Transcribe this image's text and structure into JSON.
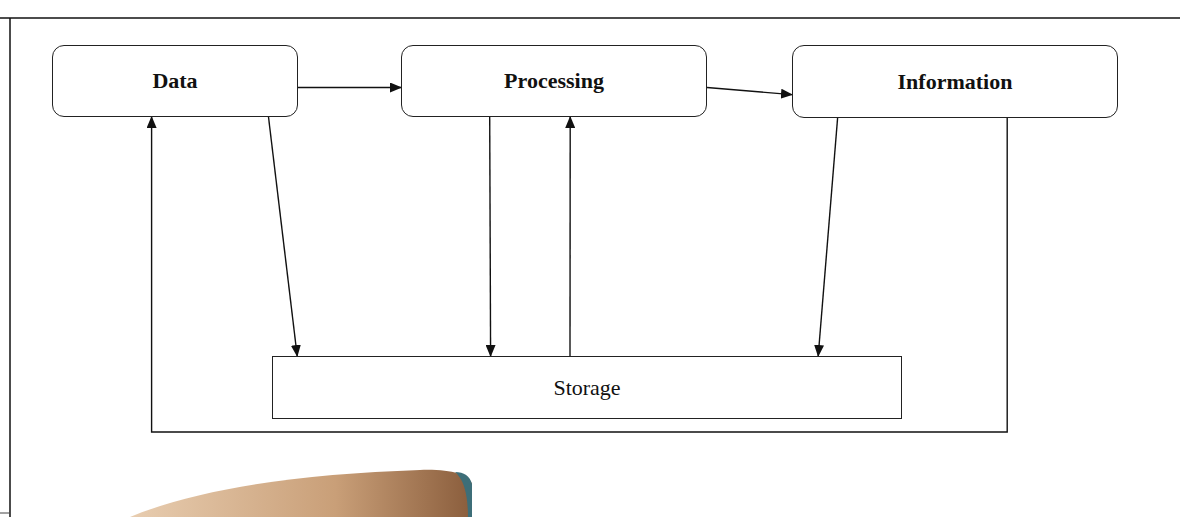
{
  "diagram": {
    "nodes": [
      {
        "text": [
          "Data"
        ]
      },
      {
        "text": [
          "Processing"
        ]
      },
      {
        "text": [
          "Information"
        ]
      },
      {
        "text": [
          "Storage"
        ]
      }
    ],
    "edges": [
      {
        "from": 0,
        "to": 1,
        "arrow": "to"
      },
      {
        "from": 1,
        "to": 2,
        "arrow": "to"
      },
      {
        "from": 0,
        "to": 3,
        "arrow": "to"
      },
      {
        "from": 1,
        "to": 3,
        "arrow": "to"
      },
      {
        "from": 3,
        "to": 1,
        "arrow": "to"
      },
      {
        "from": 2,
        "to": 3,
        "arrow": "to"
      },
      {
        "from": 2,
        "to": 0,
        "arrow": "to"
      }
    ]
  }
}
